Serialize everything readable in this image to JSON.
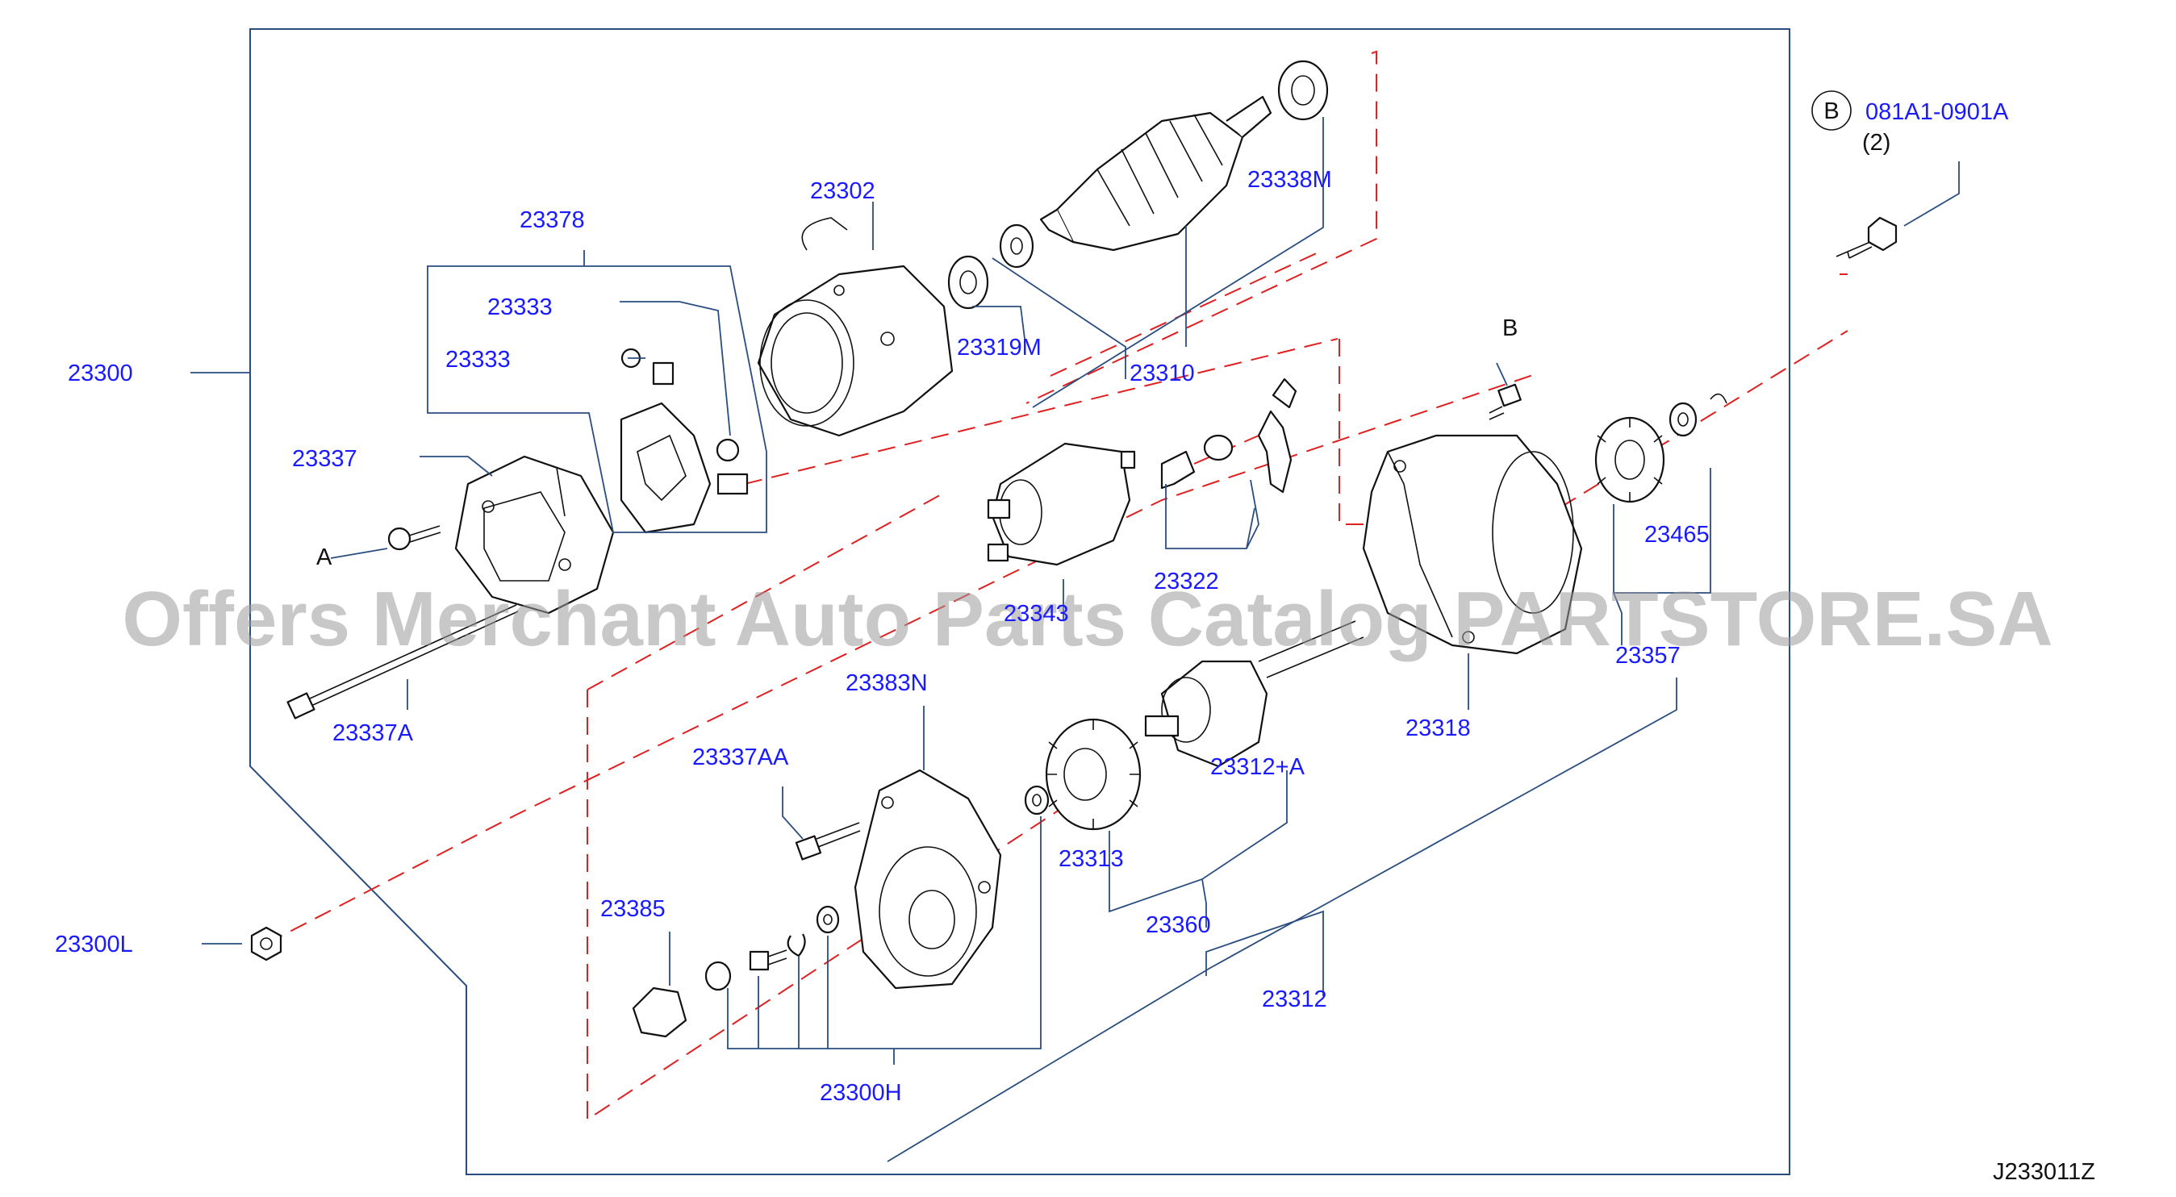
{
  "diagram": {
    "watermark": "Offers Merchant Auto Parts Catalog PARTSTORE.SA",
    "figure_code": "J233011Z",
    "reference": {
      "circle_letter": "B",
      "part_number": "081A1-0901A",
      "quantity": "(2)"
    },
    "point_labels": {
      "a": "A",
      "b": "B"
    },
    "parts": {
      "p23300": "23300",
      "p23300L": "23300L",
      "p23378": "23378",
      "p23333a": "23333",
      "p23333b": "23333",
      "p23337": "23337",
      "p23337A": "23337A",
      "p23302": "23302",
      "p23319M": "23319M",
      "p23310": "23310",
      "p23338M": "23338M",
      "p23343": "23343",
      "p23322": "23322",
      "p23318": "23318",
      "p23465": "23465",
      "p23357": "23357",
      "p23383N": "23383N",
      "p23337AA": "23337AA",
      "p23385": "23385",
      "p23300H": "23300H",
      "p23313": "23313",
      "p23312A": "23312+A",
      "p23360": "23360",
      "p23312": "23312"
    }
  }
}
